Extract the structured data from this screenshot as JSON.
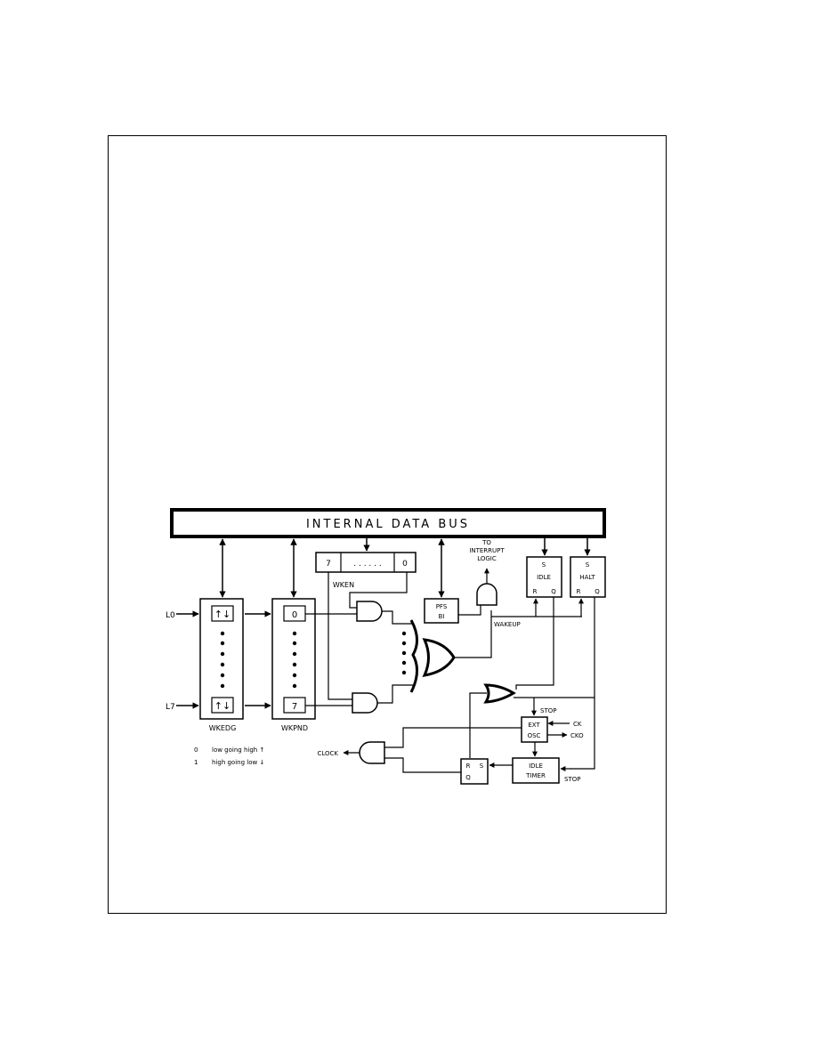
{
  "bus": {
    "label": "INTERNAL DATA BUS"
  },
  "wkedg": {
    "name": "WKEDG",
    "top_cell": "↑↓",
    "bottom_cell": "↑↓"
  },
  "wkpnd": {
    "name": "WKPND",
    "top_cell": "0",
    "bottom_cell": "7"
  },
  "wken": {
    "name": "WKEN",
    "left_bit": "7",
    "dots": ". . . . . .",
    "right_bit": "0"
  },
  "inputs": {
    "first": "L0",
    "last": "L7"
  },
  "pfs": {
    "line1": "PFS",
    "line2": "BI"
  },
  "interrupt": {
    "line1": "TO",
    "line2": "INTERRUPT",
    "line3": "LOGIC"
  },
  "wakeup_label": "WAKEUP",
  "idle_ff": {
    "s": "S",
    "name": "IDLE",
    "r": "R",
    "q": "Q"
  },
  "halt_ff": {
    "s": "S",
    "name": "HALT",
    "r": "R",
    "q": "Q"
  },
  "ext_osc": {
    "line1": "EXT",
    "line2": "OSC"
  },
  "idle_timer": {
    "line1": "IDLE",
    "line2": "TIMER"
  },
  "rs_ff": {
    "r": "R",
    "s": "S",
    "q": "Q"
  },
  "signals": {
    "stop_1": "STOP",
    "stop_2": "STOP",
    "ck": "CK",
    "cko": "CKO",
    "clock_out": "CLOCK"
  },
  "legend": {
    "line1_key": "0",
    "line1_text": "low going high ↑",
    "line2_key": "1",
    "line2_text": "high going low ↓"
  }
}
